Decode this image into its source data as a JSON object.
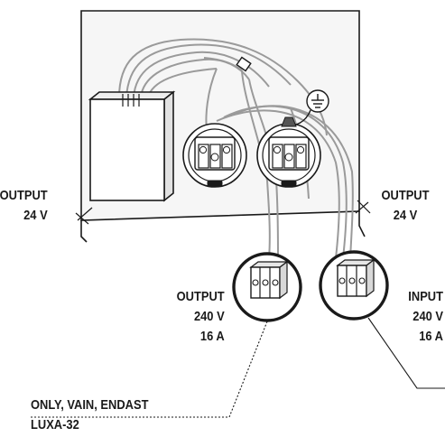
{
  "labels": {
    "output_left": {
      "line1": "OUTPUT",
      "line2": "24 V"
    },
    "output_right": {
      "line1": "OUTPUT",
      "line2": "24 V"
    },
    "output_240": {
      "line1": "OUTPUT",
      "line2": "240 V",
      "line3": "16 A"
    },
    "input_240": {
      "line1": "INPUT",
      "line2": "240 V",
      "line3": "16 A"
    },
    "note": {
      "line1": "ONLY, VAIN, ENDAST",
      "line2": "LUXA-32"
    }
  },
  "colors": {
    "outline": "#1a1a1a",
    "wire": "#9a9a9a",
    "fill": "#ffffff",
    "panel": "#f4f4f4"
  },
  "icons": [
    "ground-symbol-icon",
    "socket-icon",
    "terminal-block-icon",
    "transformer-icon"
  ]
}
